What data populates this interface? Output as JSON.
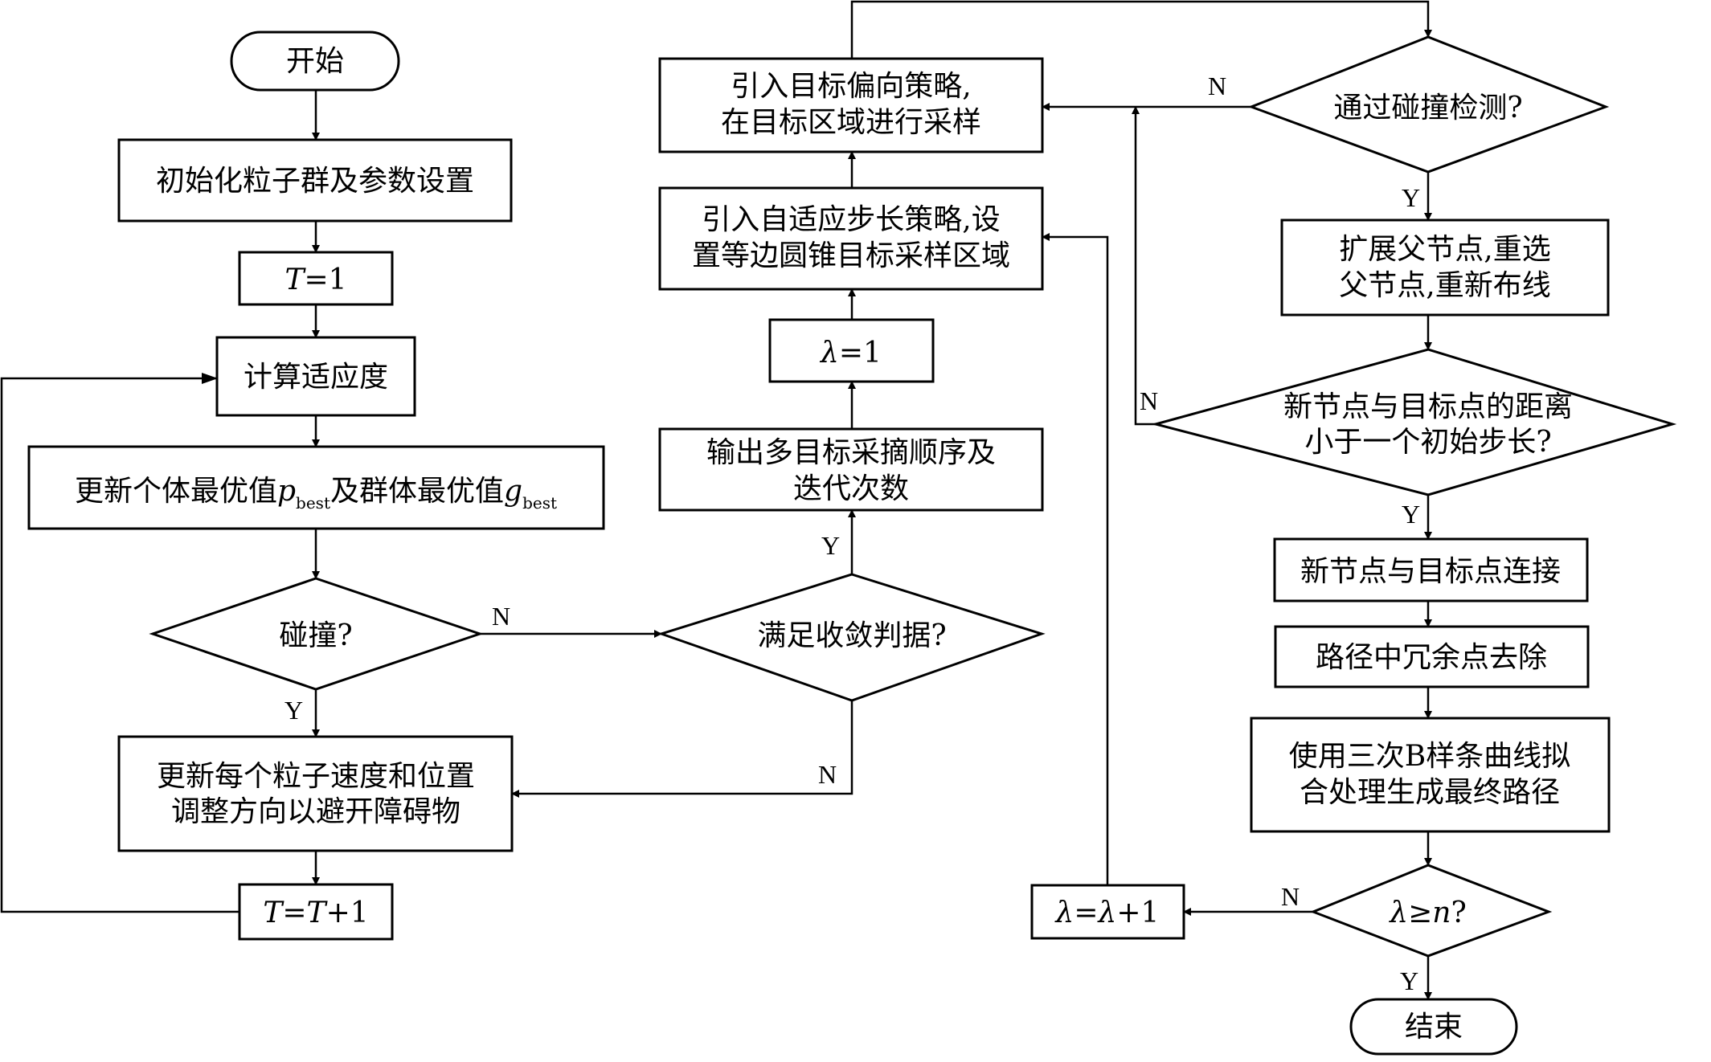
{
  "nodes": {
    "start": "开始",
    "init": "初始化粒子群及参数设置",
    "t_init": {
      "var": "T",
      "rest": "=1"
    },
    "fitness": "计算适应度",
    "update_best": {
      "text1": "更新个体最优值",
      "p": "p",
      "p_sub": "best",
      "text2": "及群体最优值",
      "g": "g",
      "g_sub": "best"
    },
    "collision": "碰撞?",
    "update_particle": {
      "line1": "更新每个粒子速度和位置",
      "line2": "调整方向以避开障碍物"
    },
    "t_inc": {
      "var1": "T",
      "eq": "=",
      "var2": "T",
      "rest": "+1"
    },
    "converge": "满足收敛判据?",
    "output": {
      "line1": "输出多目标采摘顺序及",
      "line2": "迭代次数"
    },
    "lambda_init": {
      "var": "λ",
      "rest": "=1"
    },
    "adaptive": {
      "line1": "引入自适应步长策略,设",
      "line2": "置等边圆锥目标采样区域"
    },
    "bias": {
      "line1": "引入目标偏向策略,",
      "line2": "在目标区域进行采样"
    },
    "collision_check": "通过碰撞检测?",
    "expand": {
      "line1": "扩展父节点,重选",
      "line2": "父节点,重新布线"
    },
    "distance": {
      "line1": "新节点与目标点的距离",
      "line2": "小于一个初始步长?"
    },
    "connect": "新节点与目标点连接",
    "remove": "路径中冗余点去除",
    "bspline": {
      "line1": "使用三次B样条曲线拟",
      "line2": "合处理生成最终路径"
    },
    "lambda_check": {
      "var": "λ",
      "op": "≥",
      "var2": "n",
      "q": "?"
    },
    "lambda_inc": {
      "var1": "λ",
      "eq": "=",
      "var2": "λ",
      "rest": "+1"
    },
    "end": "结束"
  },
  "edge_labels": {
    "collision_yes": "Y",
    "collision_no": "N",
    "converge_yes": "Y",
    "converge_no": "N",
    "check_no": "N",
    "check_yes": "Y",
    "distance_no": "N",
    "distance_yes": "Y",
    "lambda_no": "N",
    "lambda_yes": "Y"
  }
}
